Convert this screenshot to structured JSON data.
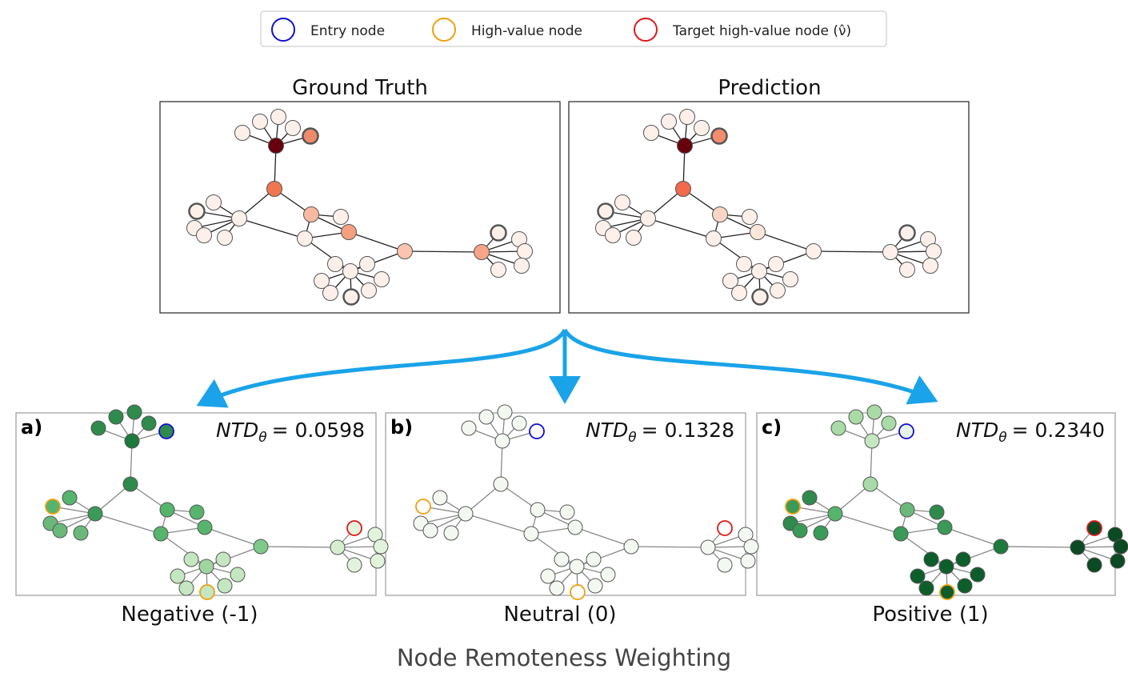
{
  "legend": {
    "items": [
      {
        "label": "Entry node",
        "color": "#1010d8"
      },
      {
        "label": "High-value node",
        "color": "#f0a010"
      },
      {
        "label": "Target high-value node (ν̂)",
        "color": "#e01818"
      }
    ]
  },
  "top_panels": [
    {
      "title": "Ground Truth"
    },
    {
      "title": "Prediction"
    }
  ],
  "bottom_panels": [
    {
      "letter": "a)",
      "metric_sub": "θ",
      "metric_value": "= 0.0598",
      "caption": "Negative (-1)"
    },
    {
      "letter": "b)",
      "metric_sub": "θ",
      "metric_value": "= 0.1328",
      "caption": "Neutral (0)"
    },
    {
      "letter": "c)",
      "metric_sub": "θ",
      "metric_value": "= 0.2340",
      "caption": "Positive (1)"
    }
  ],
  "metric_name": "NTD",
  "footer": "Node Remoteness Weighting",
  "colors": {
    "arrow": "#1aa3e8",
    "edge": "#222222",
    "panel_border": "#222222"
  }
}
